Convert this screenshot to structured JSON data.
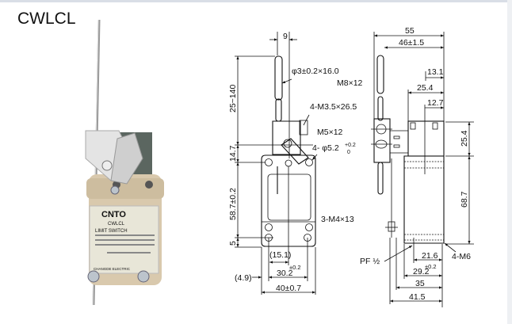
{
  "title": "CWLCL",
  "photo": {
    "brand": "CNTO",
    "model": "CWLCL",
    "type": "LIMIT SWITCH",
    "maker": "CHANGDE ELECTRIC"
  },
  "front_view": {
    "dims": {
      "width_top": "9",
      "rod": "φ3±0.2×16.0",
      "lever_screw": "4-M3.5×26.5",
      "m5": "M5×12",
      "holes": "4- φ5.2",
      "holes_tol_upper": "+0.2",
      "holes_tol_lower": "0",
      "rod_range": "25~140",
      "h1": "14.7",
      "h2": "58.7±0.2",
      "h3": "5",
      "screws": "3-M4×13",
      "w1": "(15.1)",
      "w2": "30.2",
      "w2_tol": "±0.2",
      "w3": "(4.9)",
      "w4": "40±0.7"
    }
  },
  "side_view": {
    "dims": {
      "d55": "55",
      "d46": "46±1.5",
      "m8": "M8×12",
      "d13": "13.1",
      "d25a": "25.4",
      "d12": "12.7",
      "d25b": "25.4",
      "d68": "68.7",
      "pf": "PF ½",
      "d21": "21.6",
      "d29_tol": "±0.2",
      "d29": "29.2",
      "d35": "35",
      "d41": "41.5",
      "m6": "4-M6"
    }
  }
}
